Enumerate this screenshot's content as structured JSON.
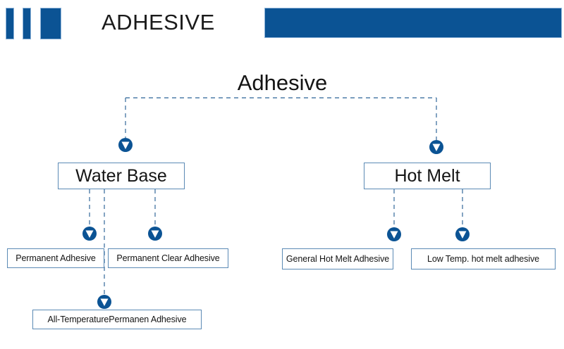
{
  "header": {
    "title": "ADHESIVE",
    "accent_color": "#0b5394",
    "bars": [
      {
        "name": "bar-narrow-1"
      },
      {
        "name": "bar-narrow-2"
      },
      {
        "name": "bar-wide"
      },
      {
        "name": "bar-banner"
      }
    ]
  },
  "diagram": {
    "type": "tree",
    "line_style": "dashed",
    "line_color": "#4f7da8",
    "box_border_color": "#5b8ab5",
    "marker_color": "#0b5394",
    "marker_glyph": "down-triangle-in-circle",
    "root": {
      "label": "Adhesive"
    },
    "level1": [
      {
        "id": "water-base",
        "label": "Water Base"
      },
      {
        "id": "hot-melt",
        "label": "Hot Melt"
      }
    ],
    "leaves": [
      {
        "id": "permanent-adhesive",
        "label": "Permanent Adhesive",
        "parent": "water-base"
      },
      {
        "id": "permanent-clear-adhesive",
        "label": "Permanent Clear Adhesive",
        "parent": "water-base"
      },
      {
        "id": "all-temperature-permanen-adhesive",
        "label": "All-TemperaturePermanen Adhesive",
        "parent": "water-base"
      },
      {
        "id": "general-hot-melt-adhesive",
        "label": "General Hot Melt Adhesive",
        "parent": "hot-melt"
      },
      {
        "id": "low-temp-hot-melt-adhesive",
        "label": "Low Temp. hot melt adhesive",
        "parent": "hot-melt"
      }
    ]
  }
}
